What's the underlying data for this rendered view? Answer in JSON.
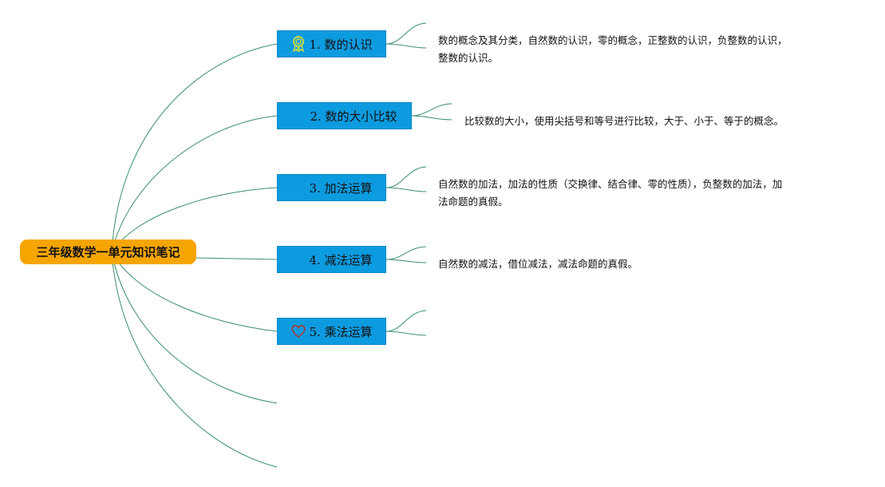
{
  "root": {
    "label": "三年级数学一单元知识笔记"
  },
  "colors": {
    "root": "#f5a500",
    "branch": "#0d9be0",
    "line": "#3a8f6b"
  },
  "branches": [
    {
      "label": "1. 数的认识",
      "icon": "award-ribbon-icon",
      "desc": [
        "数的概念及其分类，自然数的认识，零的概念，正整数的认识，负整数的认识，",
        "整数的认识。"
      ]
    },
    {
      "label": "2. 数的大小比较",
      "icon": "",
      "desc": [
        "比较数的大小，使用尖括号和等号进行比较，大于、小于、等于的概念。"
      ]
    },
    {
      "label": "3. 加法运算",
      "icon": "",
      "desc": [
        "自然数的加法，加法的性质（交换律、结合律、零的性质），负整数的加法，加",
        "法命题的真假。"
      ]
    },
    {
      "label": "4. 减法运算",
      "icon": "",
      "desc": [
        "自然数的减法，借位减法，减法命题的真假。"
      ]
    },
    {
      "label": "5. 乘法运算",
      "icon": "heart-icon",
      "desc": []
    }
  ]
}
